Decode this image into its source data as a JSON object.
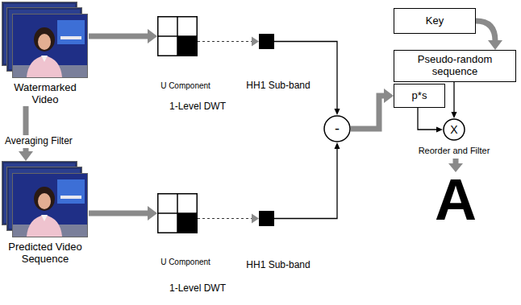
{
  "diagram": {
    "nodes": [
      {
        "text": [
          "Watermarked Video"
        ]
      },
      {
        "text": [
          "Predicted Video Sequence"
        ]
      },
      {
        "text": [
          "U Component",
          "1-Level DWT"
        ]
      },
      {
        "text": [
          "HH1 Sub-band"
        ]
      },
      {
        "text": [
          "U Component",
          "1-Level DWT"
        ]
      },
      {
        "text": [
          "HH1 Sub-band"
        ]
      },
      {
        "text": [
          "-"
        ]
      },
      {
        "text": [
          "Key"
        ]
      },
      {
        "text": [
          "Pseudo-random sequence"
        ]
      },
      {
        "text": [
          "p*s"
        ]
      },
      {
        "text": [
          "X",
          "Reorder and Filter"
        ]
      }
    ],
    "edges": [
      {
        "from": 0,
        "to": 2,
        "arrow": "to"
      },
      {
        "from": 2,
        "to": 3,
        "arrow": "to"
      },
      {
        "from": 0,
        "to": 1,
        "arrow": "to",
        "label": "Averaging Filter"
      },
      {
        "from": 1,
        "to": 4,
        "arrow": "to"
      },
      {
        "from": 4,
        "to": 5,
        "arrow": "to"
      },
      {
        "from": 3,
        "to": 6,
        "arrow": "to"
      },
      {
        "from": 5,
        "to": 6,
        "arrow": "to"
      },
      {
        "from": 6,
        "to": 9,
        "arrow": "to"
      },
      {
        "from": 7,
        "to": 8,
        "arrow": "to"
      },
      {
        "from": 9,
        "to": 10,
        "arrow": "to"
      },
      {
        "from": 8,
        "to": 10,
        "arrow": "to"
      }
    ],
    "labels": [
      "A"
    ]
  }
}
